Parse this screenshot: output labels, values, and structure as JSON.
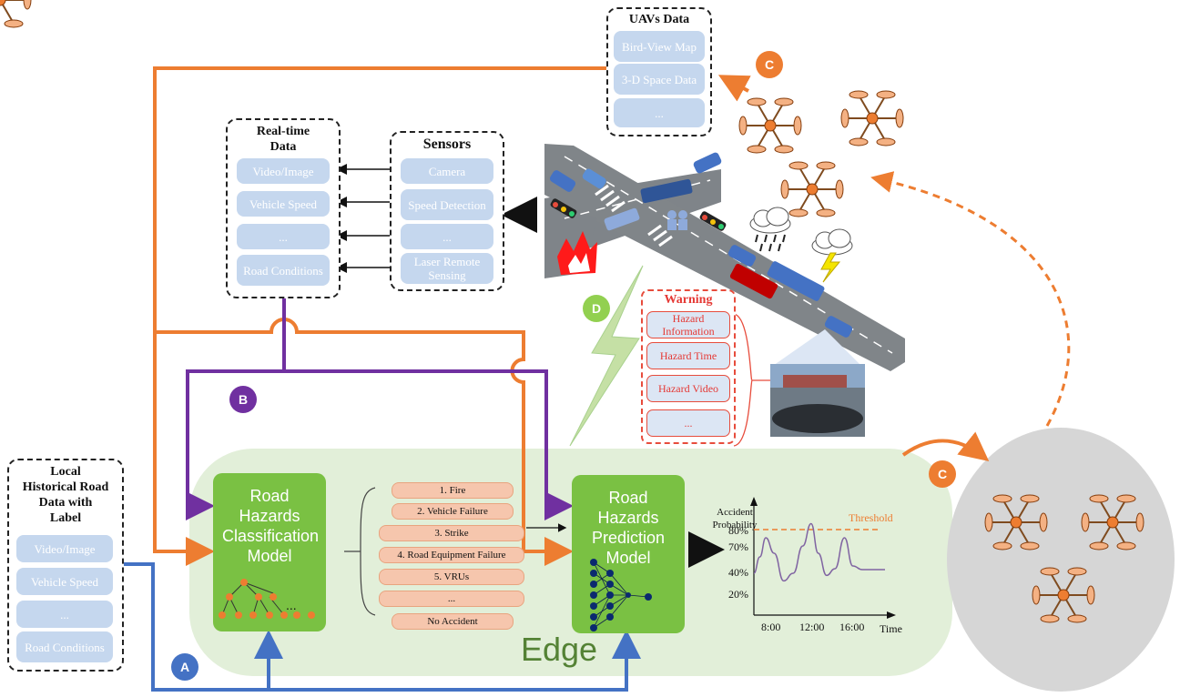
{
  "uavs": {
    "title": "UAVs Data",
    "items": [
      "Bird-View Map",
      "3-D Space Data",
      "..."
    ]
  },
  "realtime": {
    "title": "Real-time Data",
    "items": [
      "Video/Image",
      "Vehicle Speed",
      "...",
      "Road Conditions"
    ]
  },
  "sensors": {
    "title": "Sensors",
    "items": [
      "Camera",
      "Speed Detection",
      "...",
      "Laser Remote Sensing"
    ]
  },
  "local": {
    "title": "Local Historical Road Data with Label",
    "items": [
      "Video/Image",
      "Vehicle Speed",
      "...",
      "Road Conditions"
    ]
  },
  "classification_model": "Road Hazards Classification Model",
  "prediction_model": "Road Hazards Prediction Model",
  "classes": [
    "1. Fire",
    "2. Vehicle Failure",
    "3. Strike",
    "4. Road Equipment Failure",
    "5. VRUs",
    "...",
    "No Accident"
  ],
  "edge_label": "Edge",
  "warning": {
    "title": "Warning",
    "items": [
      "Hazard Information",
      "Hazard Time",
      "Hazard Video",
      "..."
    ]
  },
  "badges": {
    "a": "A",
    "b": "B",
    "c1": "C",
    "c2": "C",
    "d": "D"
  },
  "colors": {
    "orange": "#ed7d31",
    "purple": "#7030a0",
    "blue": "#4472c4",
    "green": "#7ac143",
    "edge_bg": "#e2efd9"
  },
  "chart_data": {
    "type": "line",
    "ylabel": "Accident Probability",
    "xlabel": "Time",
    "x_ticks": [
      "8:00",
      "12:00",
      "16:00"
    ],
    "y_ticks": [
      "20%",
      "40%",
      "70%",
      "80%"
    ],
    "threshold_label": "Threshold",
    "threshold": 80,
    "series": [
      {
        "x": [
          7,
          7.5,
          8,
          8.7,
          9.5,
          10.3,
          11.1,
          11.8,
          12.4,
          13.1,
          13.8,
          14.6,
          15.3,
          16.1,
          17,
          18
        ],
        "values": [
          40,
          58,
          75,
          62,
          33,
          40,
          70,
          85,
          62,
          38,
          45,
          75,
          48,
          44,
          44,
          44
        ]
      }
    ]
  }
}
